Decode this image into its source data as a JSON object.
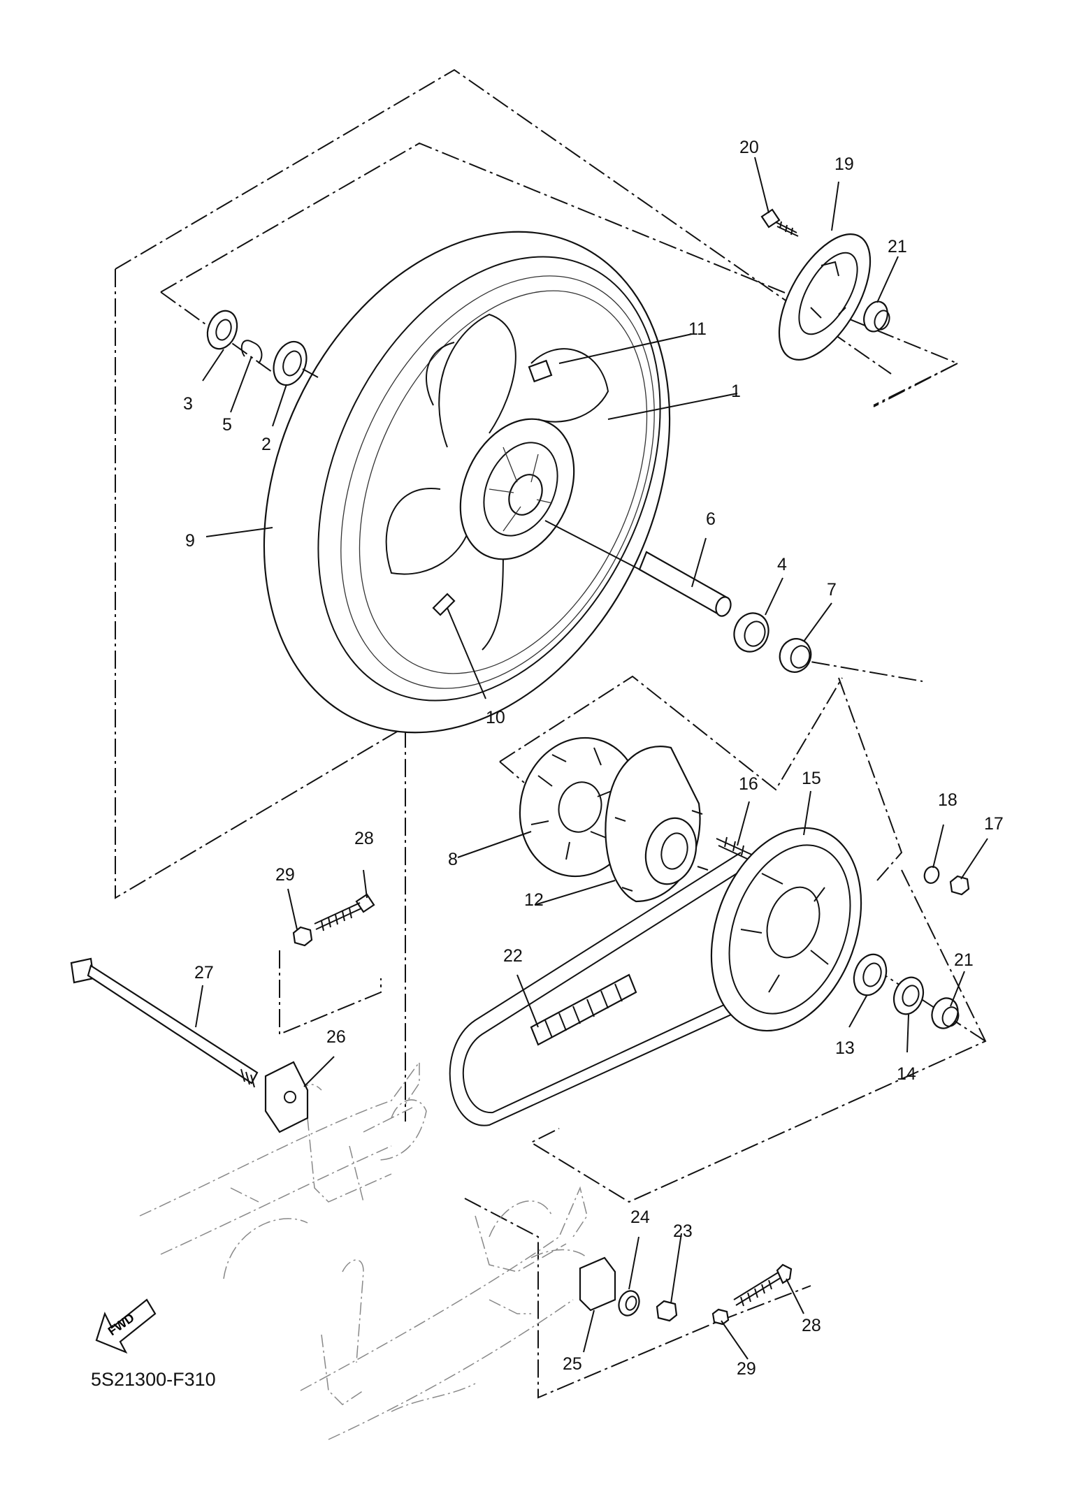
{
  "diagram": {
    "code": "5S21300-F310",
    "fwd_label": "FWD",
    "callouts": [
      "1",
      "2",
      "3",
      "4",
      "5",
      "6",
      "7",
      "8",
      "9",
      "10",
      "11",
      "12",
      "13",
      "14",
      "15",
      "16",
      "17",
      "18",
      "19",
      "20",
      "21",
      "21",
      "22",
      "23",
      "24",
      "25",
      "26",
      "27",
      "28",
      "28",
      "29",
      "29"
    ]
  }
}
